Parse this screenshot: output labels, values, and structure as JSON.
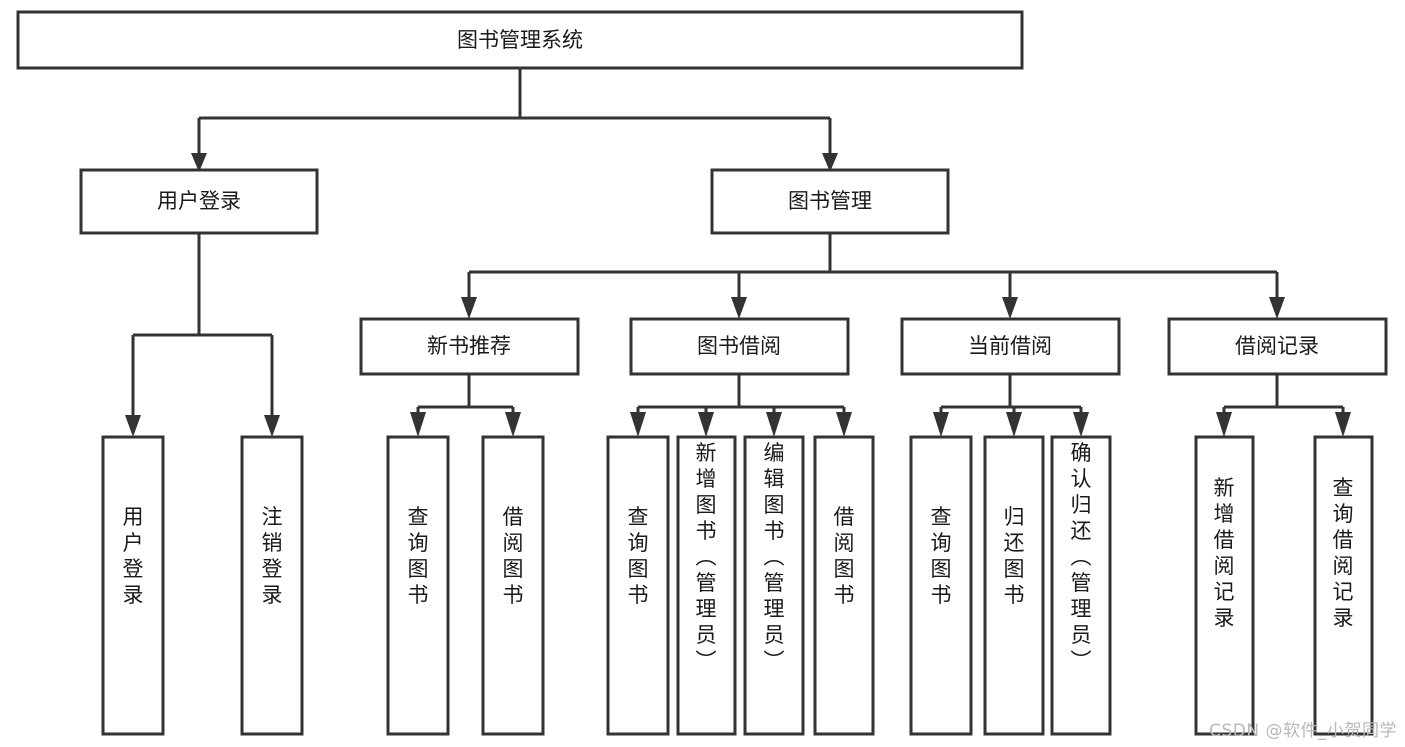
{
  "diagram": {
    "title": "图书管理系统",
    "type": "tree-hierarchy",
    "levels": 4,
    "colors": {
      "box_stroke": "#333333",
      "box_fill": "#ffffff",
      "text": "#1a1a1a",
      "connector": "#333333",
      "background": "#ffffff",
      "watermark": "#b8b8b8"
    },
    "root": {
      "id": "root",
      "label": "图书管理系统",
      "orientation": "horizontal"
    },
    "level2": [
      {
        "id": "user-login",
        "label": "用户登录",
        "orientation": "horizontal"
      },
      {
        "id": "book-management",
        "label": "图书管理",
        "orientation": "horizontal"
      }
    ],
    "level3": [
      {
        "id": "new-book-recommend",
        "label": "新书推荐",
        "orientation": "horizontal",
        "parent": "book-management"
      },
      {
        "id": "book-borrow",
        "label": "图书借阅",
        "orientation": "horizontal",
        "parent": "book-management"
      },
      {
        "id": "current-borrow",
        "label": "当前借阅",
        "orientation": "horizontal",
        "parent": "book-management"
      },
      {
        "id": "borrow-record",
        "label": "借阅记录",
        "orientation": "horizontal",
        "parent": "book-management"
      }
    ],
    "leaves": [
      {
        "id": "leaf-user-login",
        "label": "用户登录",
        "orientation": "vertical",
        "parent": "user-login"
      },
      {
        "id": "leaf-user-logout",
        "label": "注销登录",
        "orientation": "vertical",
        "parent": "user-login"
      },
      {
        "id": "leaf-query-book-1",
        "label": "查询图书",
        "orientation": "vertical",
        "parent": "new-book-recommend"
      },
      {
        "id": "leaf-borrow-book-1",
        "label": "借阅图书",
        "orientation": "vertical",
        "parent": "new-book-recommend"
      },
      {
        "id": "leaf-query-book-2",
        "label": "查询图书",
        "orientation": "vertical",
        "parent": "book-borrow"
      },
      {
        "id": "leaf-add-book",
        "label": "新增图书（管理员）",
        "orientation": "vertical",
        "parent": "book-borrow"
      },
      {
        "id": "leaf-edit-book",
        "label": "编辑图书（管理员）",
        "orientation": "vertical",
        "parent": "book-borrow"
      },
      {
        "id": "leaf-borrow-book-2",
        "label": "借阅图书",
        "orientation": "vertical",
        "parent": "book-borrow"
      },
      {
        "id": "leaf-query-book-3",
        "label": "查询图书",
        "orientation": "vertical",
        "parent": "current-borrow"
      },
      {
        "id": "leaf-return-book",
        "label": "归还图书",
        "orientation": "vertical",
        "parent": "current-borrow"
      },
      {
        "id": "leaf-confirm-return",
        "label": "确认归还（管理员）",
        "orientation": "vertical",
        "parent": "current-borrow"
      },
      {
        "id": "leaf-add-record",
        "label": "新增借阅记录",
        "orientation": "vertical",
        "parent": "borrow-record"
      },
      {
        "id": "leaf-query-record",
        "label": "查询借阅记录",
        "orientation": "vertical",
        "parent": "borrow-record"
      }
    ]
  },
  "watermark": {
    "text": "CSDN @软件_小贺同学"
  }
}
